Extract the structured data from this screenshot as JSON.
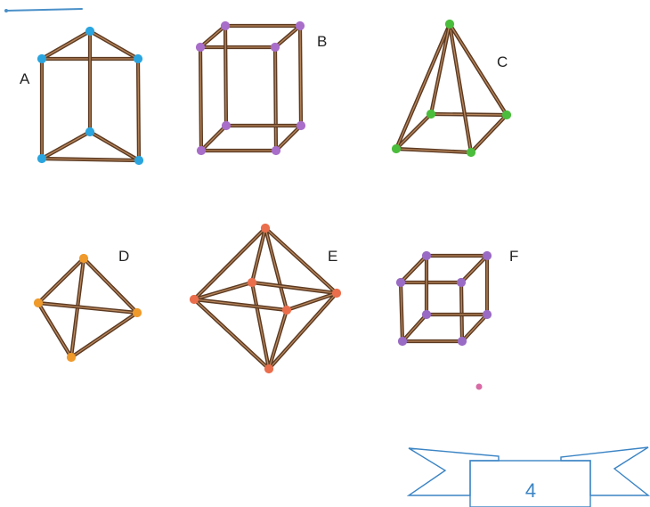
{
  "colors": {
    "rod_dark": "#5c3a22",
    "rod_light": "#b9875c",
    "accent_line": "#4a90c8",
    "banner_stroke": "#3b84c4",
    "page_number": "#3b84c4"
  },
  "figures": [
    {
      "id": "A",
      "label": "A",
      "shape": "triangular prism",
      "joint_color": "#2aa5df",
      "joint_count": 6,
      "rod_count": 9
    },
    {
      "id": "B",
      "label": "B",
      "shape": "cuboid",
      "joint_color": "#a86ec9",
      "joint_count": 8,
      "rod_count": 12
    },
    {
      "id": "C",
      "label": "C",
      "shape": "square pyramid",
      "joint_color": "#4bbd3c",
      "joint_count": 5,
      "rod_count": 8
    },
    {
      "id": "D",
      "label": "D",
      "shape": "tetrahedron",
      "joint_color": "#ef9a2b",
      "joint_count": 4,
      "rod_count": 6
    },
    {
      "id": "E",
      "label": "E",
      "shape": "octahedron",
      "joint_color": "#ea6e4c",
      "joint_count": 6,
      "rod_count": 12
    },
    {
      "id": "F",
      "label": "F",
      "shape": "cube",
      "joint_color": "#9a6bc4",
      "joint_count": 8,
      "rod_count": 12
    }
  ],
  "stray_dot_color": "#d86aa6",
  "footer": {
    "page_number": "4"
  }
}
